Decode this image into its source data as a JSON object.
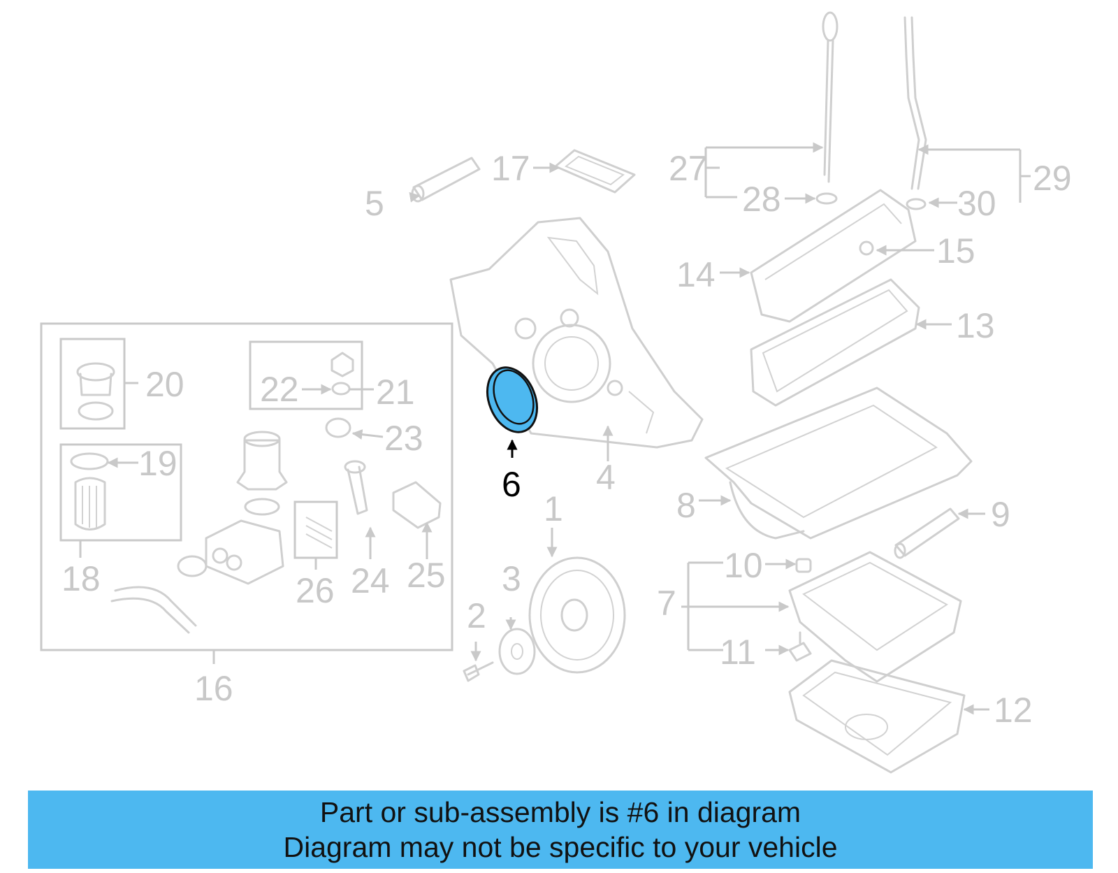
{
  "diagram": {
    "highlight_part": "6",
    "highlight_color": "#4db8f0",
    "labels": [
      {
        "id": "1",
        "text": "1"
      },
      {
        "id": "2",
        "text": "2"
      },
      {
        "id": "3",
        "text": "3"
      },
      {
        "id": "4",
        "text": "4"
      },
      {
        "id": "5",
        "text": "5"
      },
      {
        "id": "6",
        "text": "6"
      },
      {
        "id": "7",
        "text": "7"
      },
      {
        "id": "8",
        "text": "8"
      },
      {
        "id": "9",
        "text": "9"
      },
      {
        "id": "10",
        "text": "10"
      },
      {
        "id": "11",
        "text": "11"
      },
      {
        "id": "12",
        "text": "12"
      },
      {
        "id": "13",
        "text": "13"
      },
      {
        "id": "14",
        "text": "14"
      },
      {
        "id": "15",
        "text": "15"
      },
      {
        "id": "16",
        "text": "16"
      },
      {
        "id": "17",
        "text": "17"
      },
      {
        "id": "18",
        "text": "18"
      },
      {
        "id": "19",
        "text": "19"
      },
      {
        "id": "20",
        "text": "20"
      },
      {
        "id": "21",
        "text": "21"
      },
      {
        "id": "22",
        "text": "22"
      },
      {
        "id": "23",
        "text": "23"
      },
      {
        "id": "24",
        "text": "24"
      },
      {
        "id": "25",
        "text": "25"
      },
      {
        "id": "26",
        "text": "26"
      },
      {
        "id": "27",
        "text": "27"
      },
      {
        "id": "28",
        "text": "28"
      },
      {
        "id": "29",
        "text": "29"
      },
      {
        "id": "30",
        "text": "30"
      }
    ]
  },
  "banner": {
    "line1": "Part or sub-assembly is #6 in diagram",
    "line2": "Diagram may not be specific to your vehicle",
    "background_color": "#4db8f0"
  }
}
